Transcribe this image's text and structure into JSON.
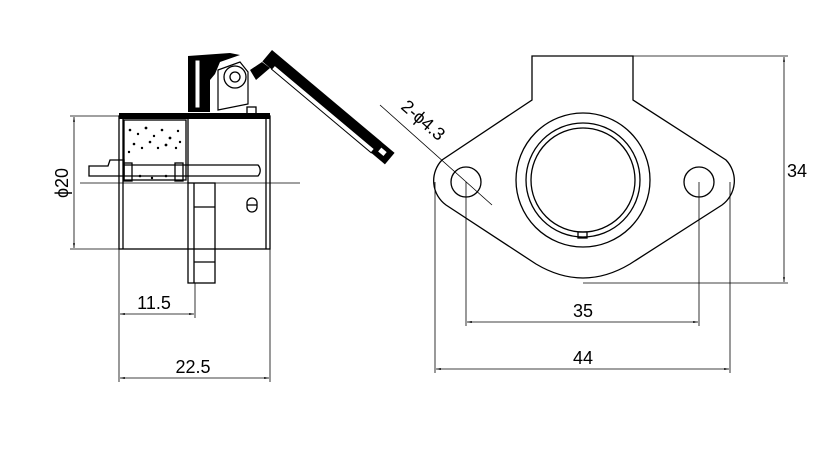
{
  "drawing": {
    "side_view": {
      "diameter_label": "ϕ20",
      "depth_label": "11.5",
      "length_label": "22.5"
    },
    "front_view": {
      "holes_label": "2-ϕ4.3",
      "height_label": "34",
      "hole_spacing_label": "35",
      "width_label": "44"
    }
  }
}
